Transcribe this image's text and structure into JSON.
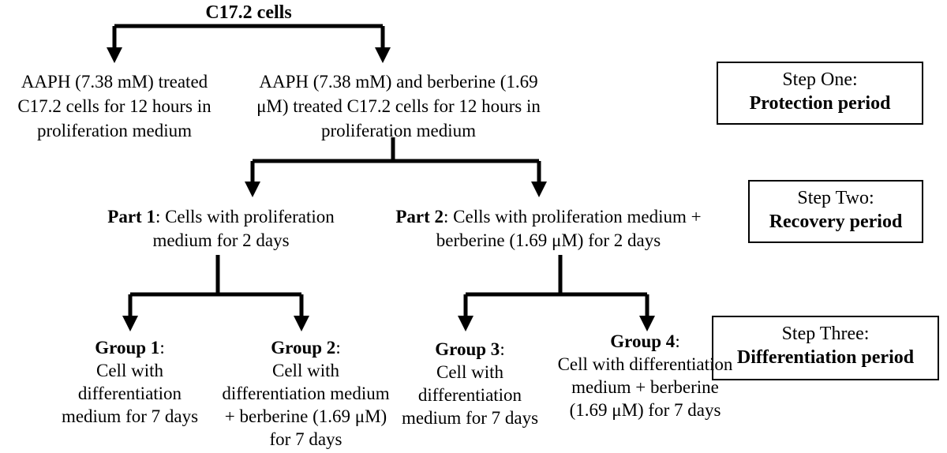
{
  "root": "C17.2 cells",
  "treatments": {
    "left": "AAPH (7.38 mM) treated C17.2 cells for 12 hours in proliferation medium",
    "right": "AAPH (7.38 mM)  and berberine (1.69 μM) treated C17.2 cells for 12 hours in proliferation medium"
  },
  "parts": [
    {
      "label": "Part 1",
      "text": ": Cells with proliferation medium  for 2 days"
    },
    {
      "label": "Part 2",
      "text": ": Cells with proliferation medium + berberine (1.69 μM) for 2 days"
    }
  ],
  "groups": [
    {
      "label": "Group 1",
      "text": "Cell with differentiation medium for 7 days"
    },
    {
      "label": "Group 2",
      "text": "Cell with differentiation medium + berberine (1.69 μM) for 7 days"
    },
    {
      "label": "Group 3",
      "text": "Cell with differentiation medium for 7 days"
    },
    {
      "label": "Group 4",
      "text": "Cell with differentiation medium + berberine (1.69 μM) for 7 days"
    }
  ],
  "steps": [
    {
      "name": "Step One:",
      "period": "Protection period"
    },
    {
      "name": "Step Two:",
      "period": "Recovery period"
    },
    {
      "name": "Step Three:",
      "period": "Differentiation period"
    }
  ]
}
